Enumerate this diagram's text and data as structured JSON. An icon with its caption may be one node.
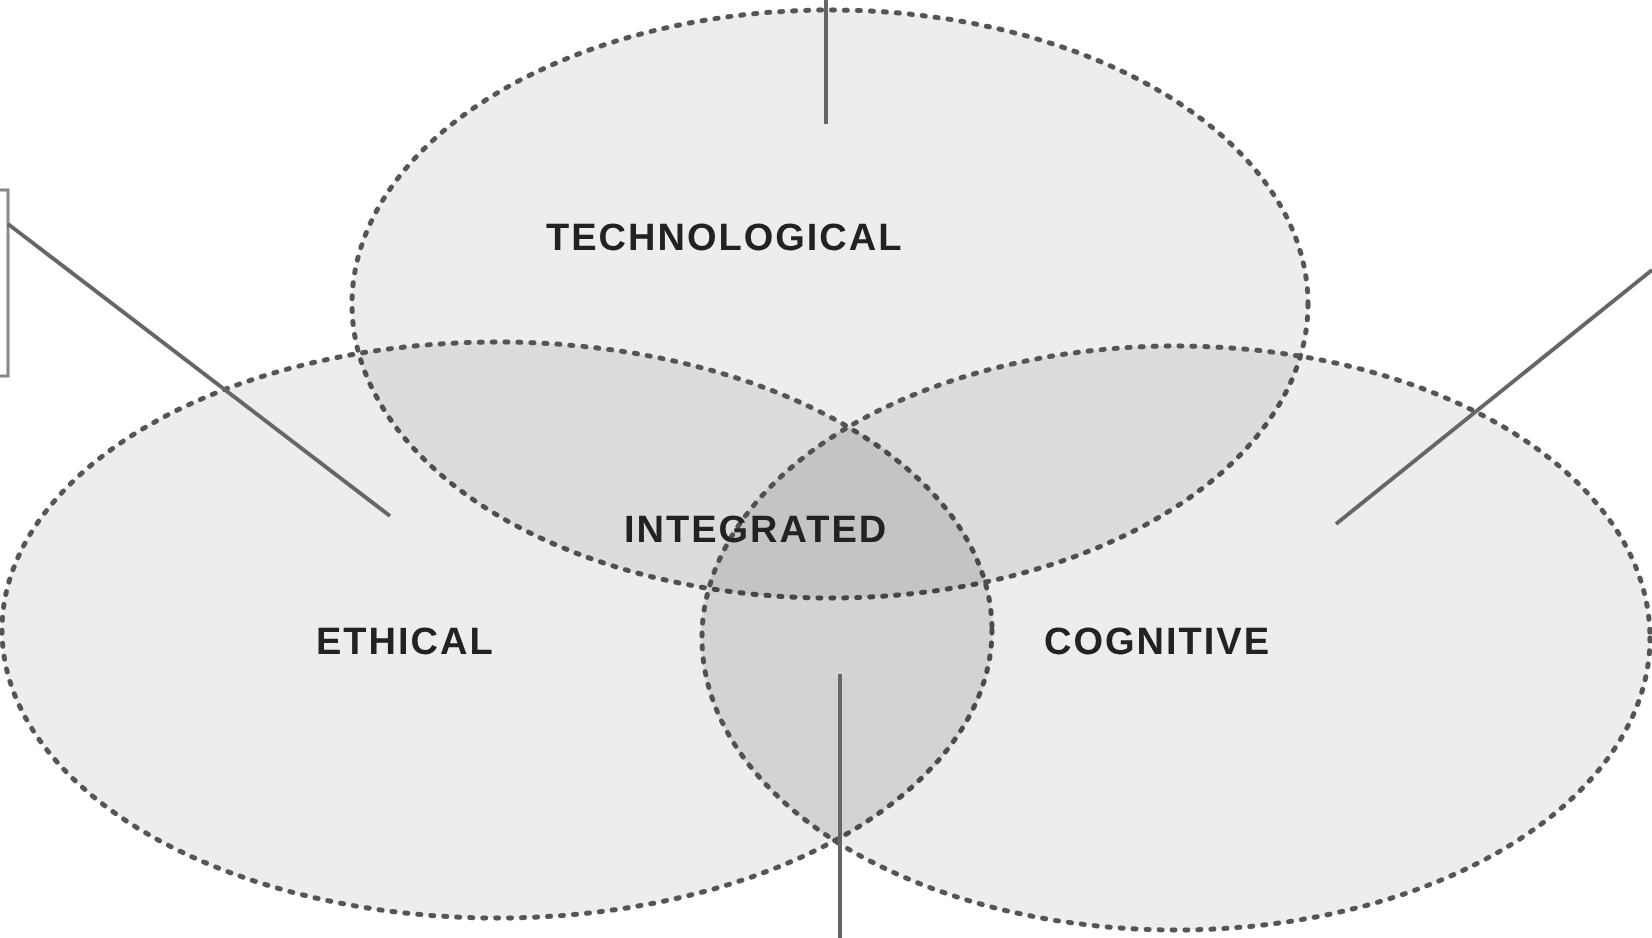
{
  "diagram": {
    "nodes": [
      {
        "text": [
          "TECHNOLOGICAL"
        ]
      },
      {
        "text": [],
        "shape": "box"
      },
      {
        "text": [
          "INTEGRATED"
        ]
      },
      {
        "text": [
          "ETHICAL"
        ]
      },
      {
        "text": [
          "COGNITIVE"
        ]
      },
      {
        "text": [],
        "shape": "lens"
      }
    ],
    "edges": [
      {
        "from": null,
        "to": 0,
        "arrow": "none"
      },
      {
        "from": 1,
        "to": 3,
        "arrow": "none"
      },
      {
        "from": null,
        "to": 4,
        "arrow": "none"
      },
      {
        "from": null,
        "to": 5,
        "arrow": "none"
      }
    ]
  }
}
